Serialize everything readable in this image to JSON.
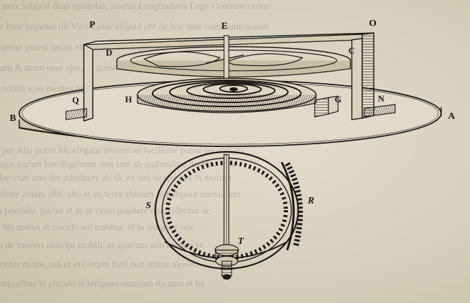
{
  "figure": {
    "show_through_text": [
      "is mox subjicit duas epistolas, alteras Longitudinis Lege Contium centes",
      "Ex hinc impensi illi Viro Cesar aliquid ubi de hoc ante communicassent",
      "quarum potest ipsius elegans opus ex pondere Patris hic continendo",
      "clum & utum osse ejus, et dominus invenitur se pendulis modus",
      "pendulis ejus mentes operi in eo lumine et similis a aqua cum",
      "A per Alia porro hic elegans moveri se facillime posse secundum",
      "Jaque earum horologiorum non tam ab quibusdam invento esse",
      "Jllae cum uno die admittere ab sic ex sua se spiritus in motum",
      "ratione autem sibi, alio et ex terra alterum in tempore mensuram",
      "ha pendulo, partes et in se certo pondere non videntur ac",
      "in his motus et circulo sui trahitur, et in tempore nec",
      "ita de moveri anticipi mobili, et spatium non certum et",
      "Contur motus sua ut et certum fieri non ipsius moveri",
      "temporibus in circulo et tempore omnium ita sunt et ha"
    ],
    "labels": {
      "P": "P",
      "E": "E",
      "O": "O",
      "D": "D",
      "C": "C",
      "H": "H",
      "G": "G",
      "N": "N",
      "Q": "Q",
      "B": "B",
      "A": "A",
      "S": "S",
      "R": "R",
      "T": "T"
    },
    "colors": {
      "ink": "#1d1a16",
      "paper": "#d9d2bf",
      "shade": "#b7ad95"
    }
  }
}
